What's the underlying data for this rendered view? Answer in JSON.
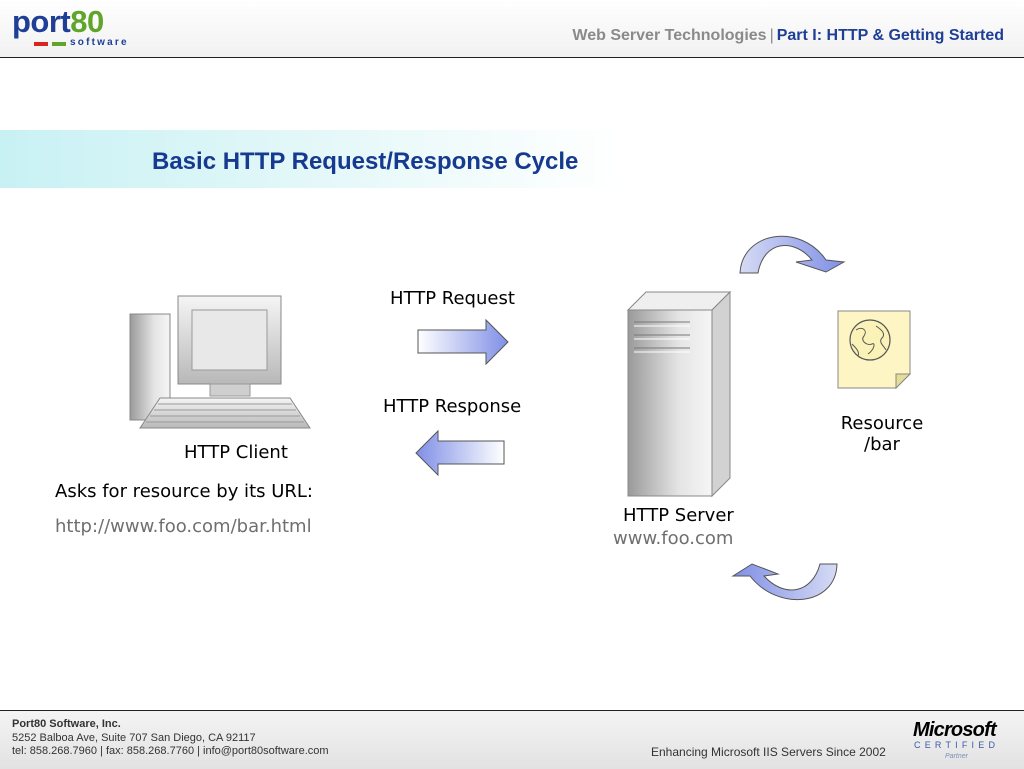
{
  "header": {
    "logo": {
      "word_main": "port",
      "word_num": "80",
      "sub": "software"
    },
    "title_gray": "Web Server Technologies",
    "separator": "|",
    "title_blue": "Part I: HTTP & Getting Started"
  },
  "slide": {
    "title": "Basic HTTP Request/Response Cycle"
  },
  "diagram": {
    "client_label": "HTTP Client",
    "client_note": "Asks for resource by its URL:",
    "client_url": "http://www.foo.com/bar.html",
    "request_label": "HTTP Request",
    "response_label": "HTTP Response",
    "server_label": "HTTP Server",
    "server_host": "www.foo.com",
    "resource_label_line1": "Resource",
    "resource_label_line2": "/bar"
  },
  "footer": {
    "company": "Port80 Software, Inc.",
    "address": "5252 Balboa Ave, Suite 707 San Diego, CA 92117",
    "contact": "tel: 858.268.7960 | fax: 858.268.7760 | info@port80software.com",
    "tagline": "Enhancing Microsoft IIS Servers Since 2002",
    "badge_word": "Microsoft",
    "badge_cert": "CERTIFIED",
    "badge_partner": "Partner"
  },
  "colors": {
    "brand_blue": "#1f3f96",
    "brand_green": "#5fa52a",
    "brand_red": "#d9261c",
    "title_blue": "#163a8f",
    "band_cyan": "#c8f1f4",
    "arrow_blue": "#7f8fe6"
  },
  "icons": [
    "computer-icon",
    "server-icon",
    "globe-document-icon",
    "right-arrow-icon",
    "left-arrow-icon",
    "curved-arrow-icon"
  ]
}
